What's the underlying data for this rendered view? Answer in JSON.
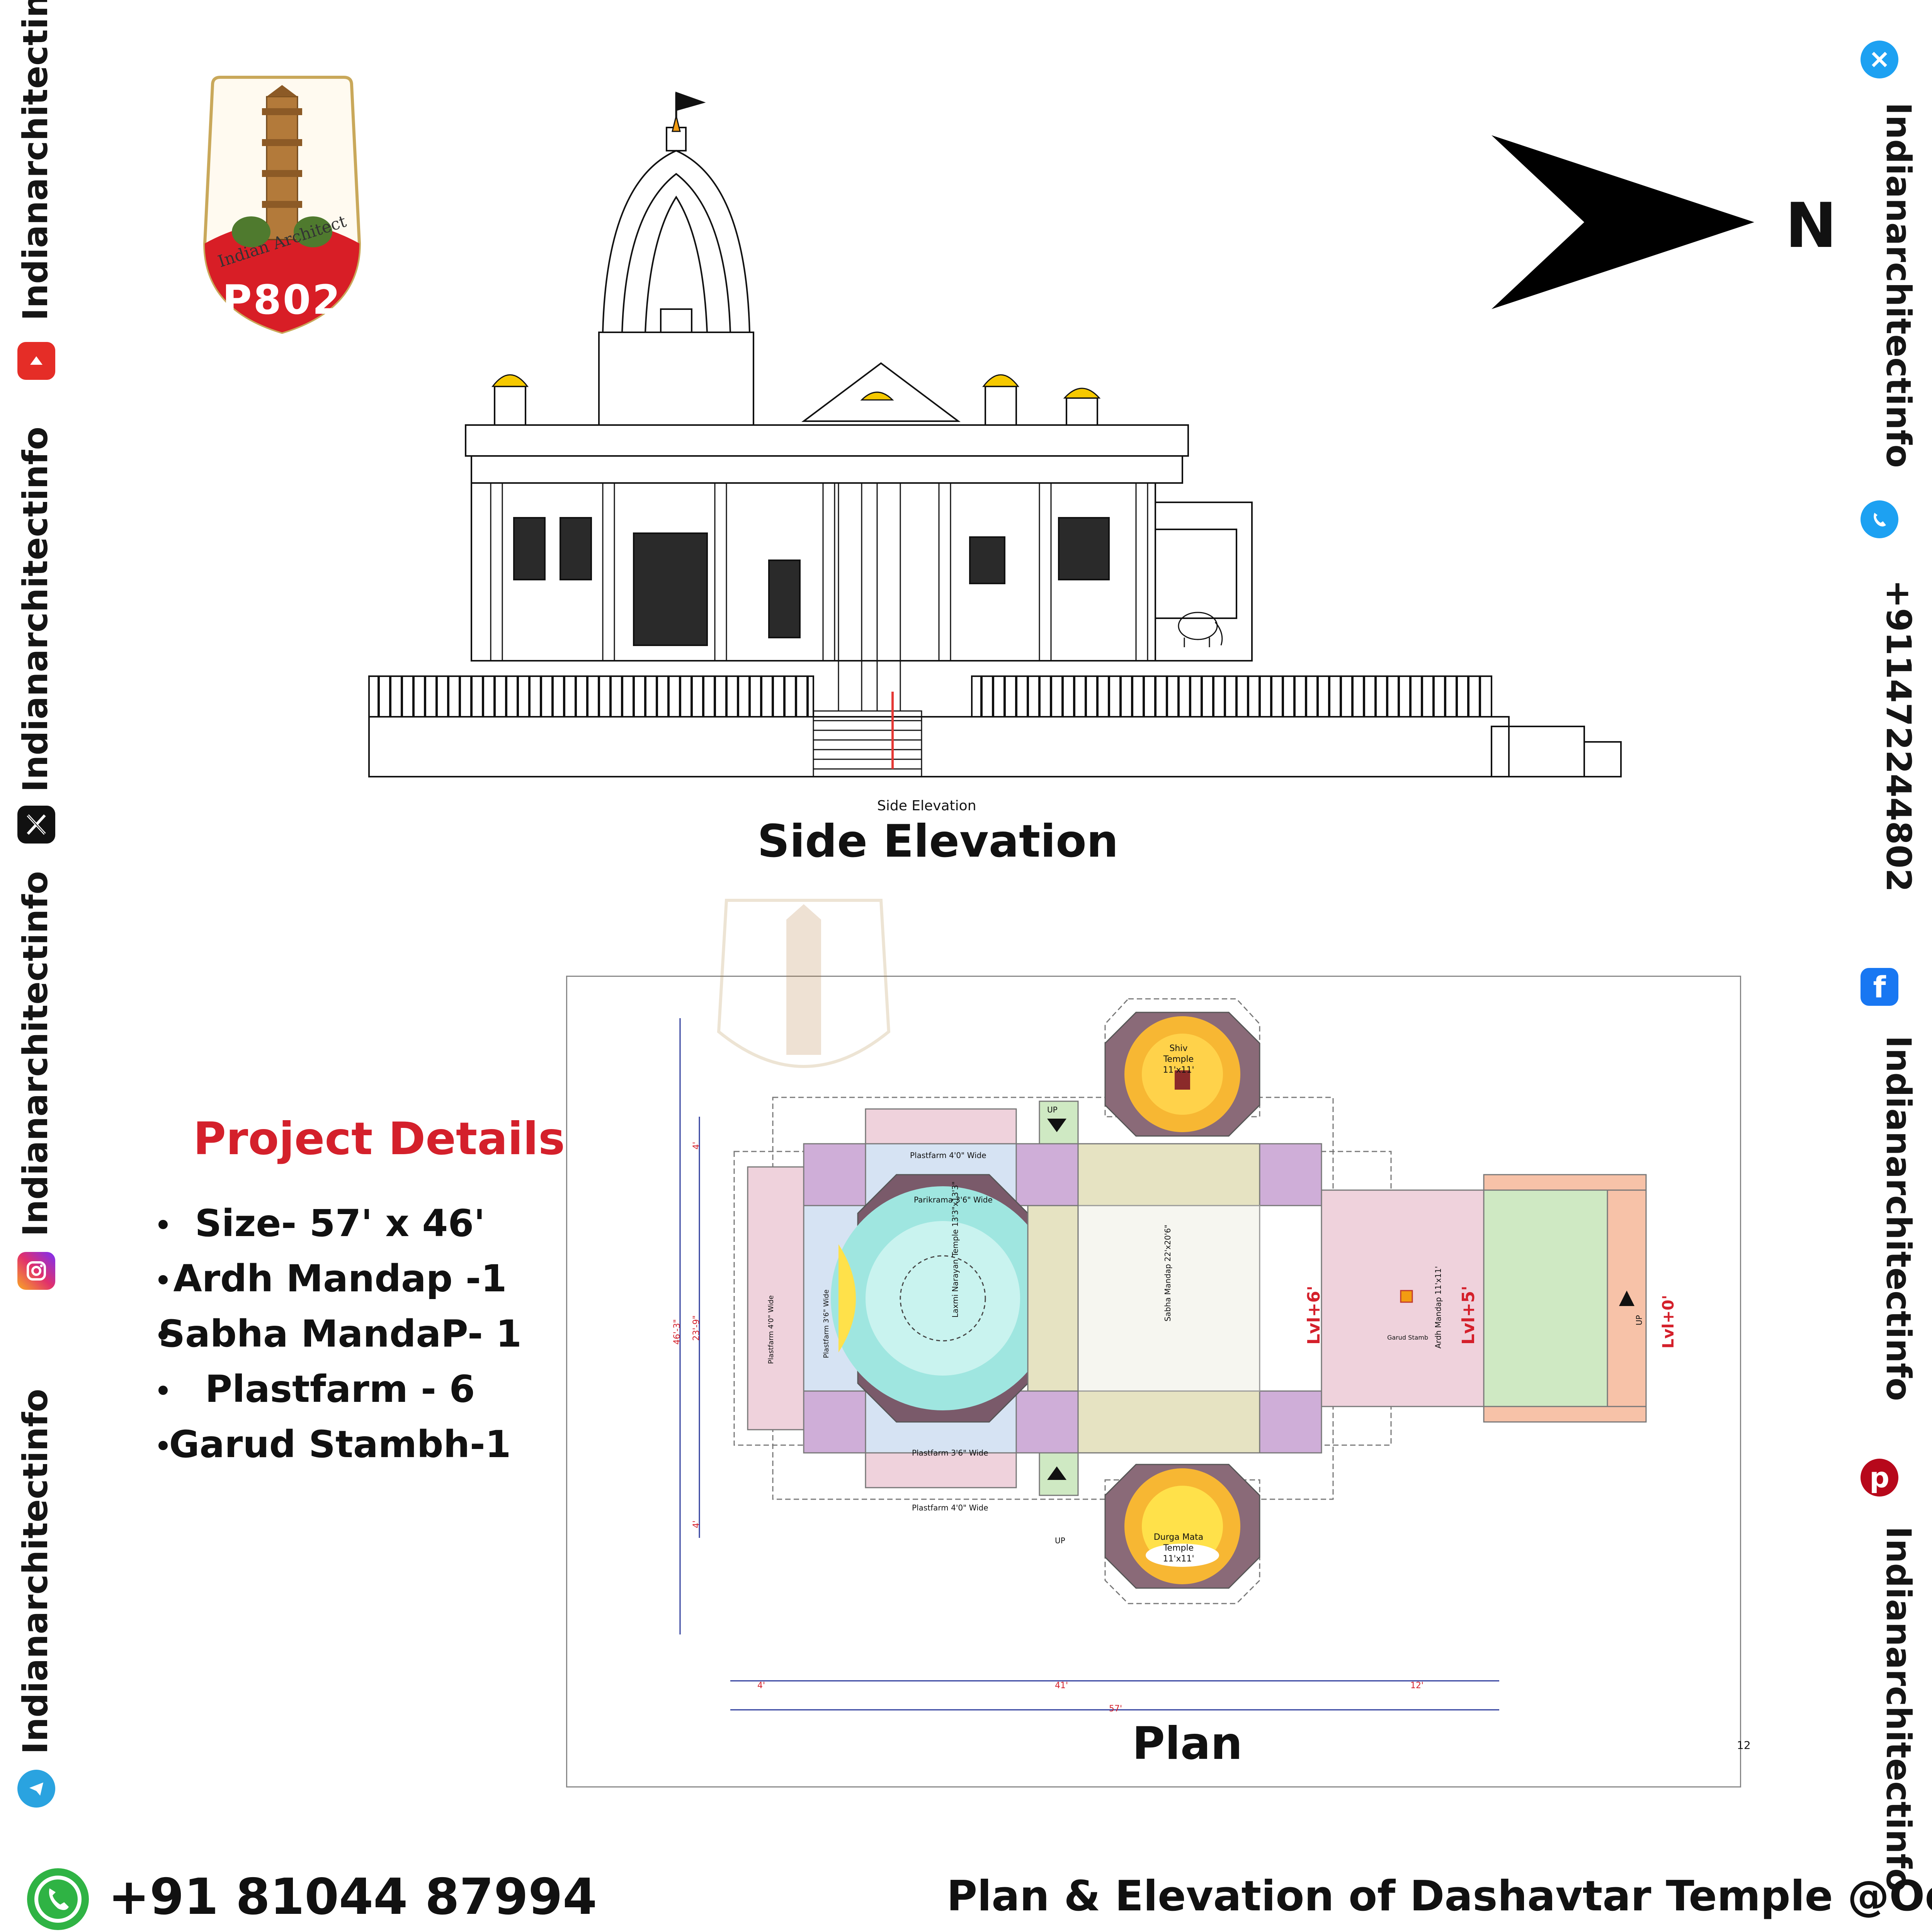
{
  "badge": {
    "brand": "Indian Architect",
    "code": "P802"
  },
  "north": {
    "label": "N"
  },
  "side_elevation": {
    "small_caption": "Side Elevation",
    "title": "Side Elevation"
  },
  "plan": {
    "title": "Plan",
    "sheet_number": "12",
    "rooms": {
      "shiv_temple": "Shiv Temple",
      "shiv_size": "11'x11'",
      "durga_temple": "Durga Mata Temple",
      "durga_size": "11'x11'",
      "laxmi": "Laxmi Narayan Temple",
      "laxmi_size": "13'3\"x13'3\"",
      "sabha": "Sabha Mandap",
      "sabha_size": "22'x20'6\"",
      "ardh": "Ardh Mandap",
      "ardh_size": "11'x11'",
      "garud": "Garud Stamb",
      "plat_top": "Plastfarm  4'0\" Wide",
      "parik_top": "Parikrama  3'6\" Wide",
      "plat_bottom_inner": "Plastfarm  3'6\" Wide",
      "plat_bottom": "Plastfarm  4'0\" Wide",
      "plat_left": "Plastfarm  4'0\" Wide",
      "plat_left_inner": "Plastfarm  3'6\" Wide"
    },
    "levels": {
      "lvl6": "Lvl+6'",
      "lvl5": "Lvl+5'",
      "lvl0": "Lvl+0'"
    },
    "up": "UP",
    "dims": {
      "total_h": "46'-3\"",
      "mid_h": "23'-9\"",
      "top_h": "4'",
      "bot_h": "4'",
      "w1": "4'",
      "w2": "41'",
      "w3": "12'",
      "total_w": "57'"
    }
  },
  "project": {
    "heading": "Project Details",
    "items": [
      "Size- 57' x 46'",
      "Ardh Mandap -1",
      "Sabha MandaP- 1",
      "Plastfarm - 6",
      "Garud Stambh-1"
    ]
  },
  "social": {
    "handle": "Indianarchitectinfo",
    "handle_right": "Indianarchitectinfo",
    "phone_right": "+911472244802",
    "whatsapp": "+91 81044 87994"
  },
  "footer": {
    "title": "Plan & Elevation of Dashavtar Temple @Odisa"
  },
  "colors": {
    "red": "#d4202b",
    "youtube": "#e52d27",
    "twitter_blue": "#1da1f2",
    "facebook": "#1877f2",
    "pinterest": "#b7081b"
  }
}
